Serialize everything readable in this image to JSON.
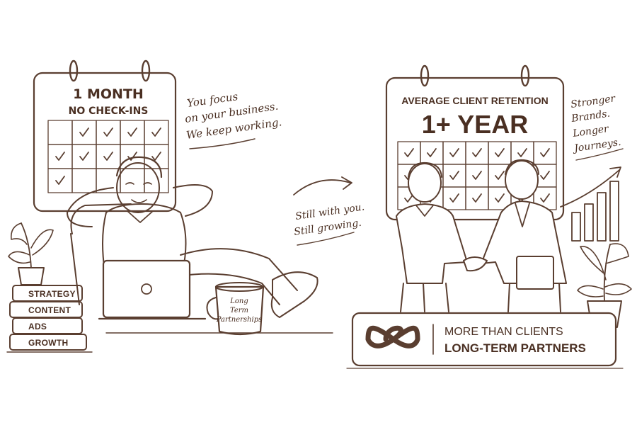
{
  "left_panel": {
    "calendar": {
      "title": "1 MONTH",
      "subtitle": "NO CHECK-INS"
    },
    "note": [
      "You focus",
      "on your business.",
      "We keep working."
    ],
    "books": [
      "STRATEGY",
      "CONTENT",
      "ADS",
      "GROWTH"
    ],
    "mug": [
      "Long",
      "Term",
      "Partnerships"
    ]
  },
  "middle": {
    "note": [
      "Still with you.",
      "Still growing."
    ]
  },
  "right_panel": {
    "calendar": {
      "title": "AVERAGE CLIENT RETENTION",
      "headline": "1+ YEAR"
    },
    "note": [
      "Stronger",
      "Brands.",
      "Longer",
      "Journeys."
    ],
    "banner": {
      "line1": "MORE THAN CLIENTS",
      "line2": "LONG-TERM PARTNERS"
    }
  },
  "colors": {
    "ink": "#5a3e30",
    "text": "#4a2f22",
    "paper": "#ffffff"
  },
  "icons": [
    "check-icon",
    "infinity-icon",
    "laptop-icon",
    "plant-icon",
    "arrow-icon"
  ]
}
